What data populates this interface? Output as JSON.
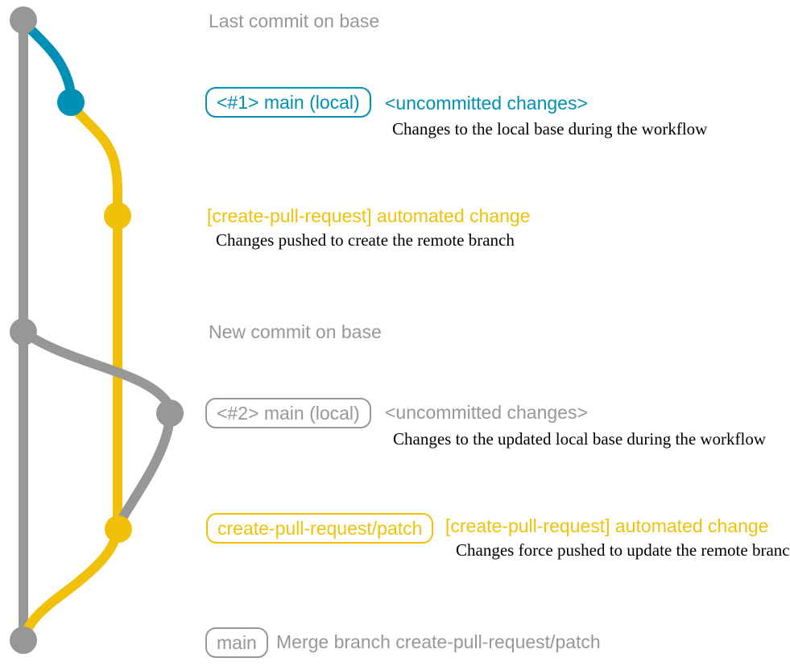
{
  "palette": {
    "base_gray": "#979797",
    "local_blue": "#008fb5",
    "remote_yellow": "#f1c109",
    "annotation_black": "#000000",
    "background": "#ffffff"
  },
  "diagram": {
    "type": "git-graph",
    "branches": [
      {
        "name": "base",
        "color": "#979797"
      },
      {
        "name": "main (local)",
        "color": "#008fb5"
      },
      {
        "name": "create-pull-request/patch",
        "color": "#f1c109"
      }
    ],
    "commits": [
      {
        "message": "Last commit on base",
        "color": "#979797"
      },
      {
        "branch_label": "<#1> main (local)",
        "message": "<uncommitted changes>",
        "annotation": "Changes to the local base during the workflow",
        "color": "#008fb5"
      },
      {
        "message": "[create-pull-request] automated change",
        "annotation": "Changes pushed to create the remote branch",
        "color": "#f1c109"
      },
      {
        "message": "New commit on base",
        "color": "#979797"
      },
      {
        "branch_label": "<#2> main (local)",
        "message": "<uncommitted changes>",
        "annotation": "Changes to the updated local base during the workflow",
        "color": "#979797"
      },
      {
        "branch_label": "create-pull-request/patch",
        "message": "[create-pull-request] automated change",
        "annotation": "Changes force pushed to update the remote branch",
        "color": "#f1c109"
      },
      {
        "branch_label": "main",
        "message": "Merge branch create-pull-request/patch",
        "color": "#979797"
      }
    ]
  }
}
